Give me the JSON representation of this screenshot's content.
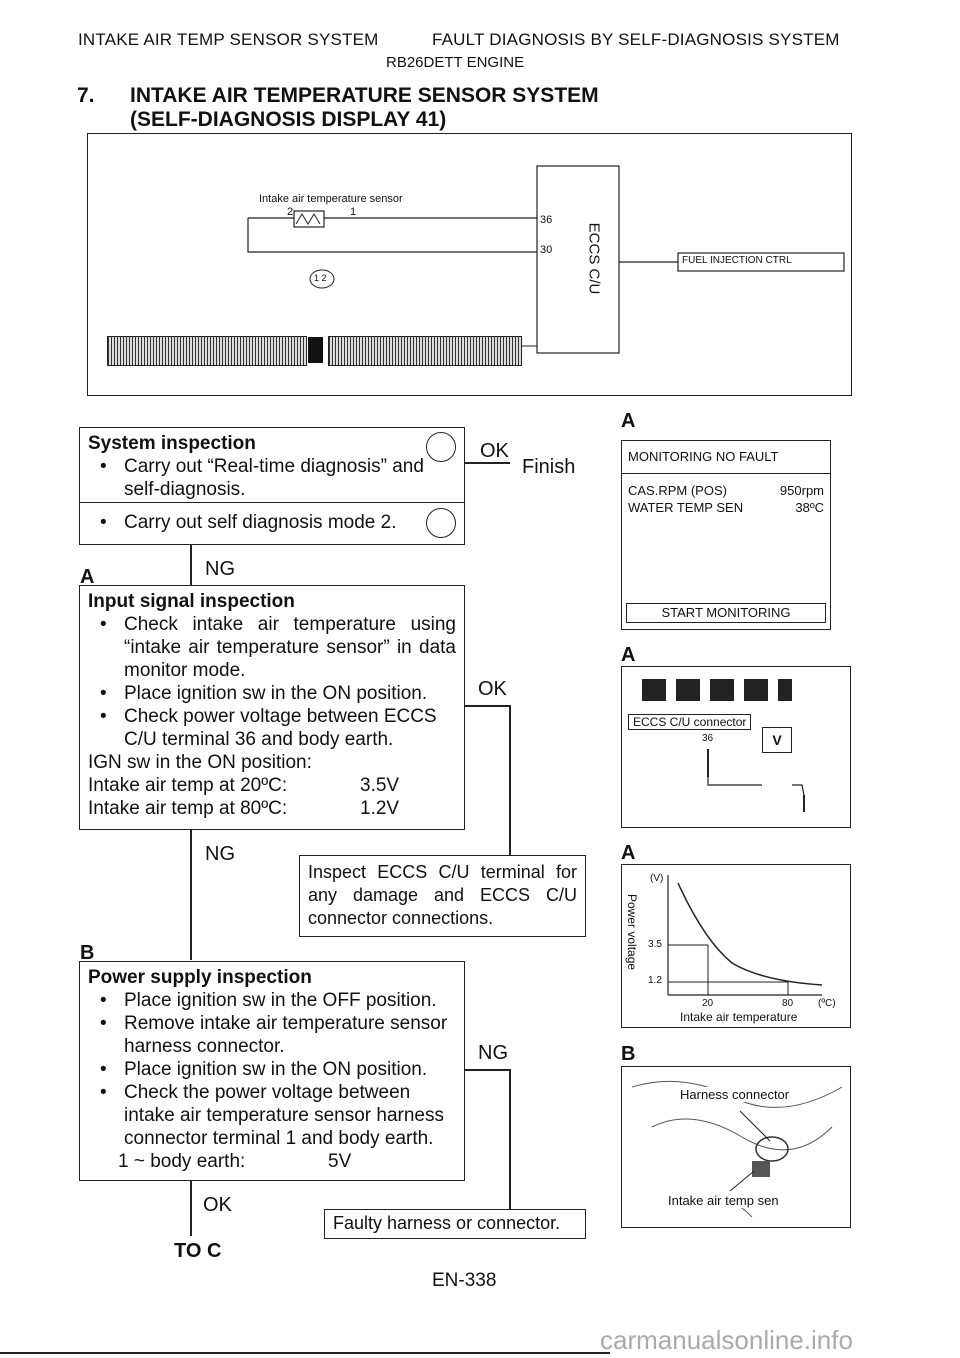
{
  "header": {
    "left": "INTAKE AIR TEMP SENSOR SYSTEM",
    "right": "FAULT DIAGNOSIS BY SELF-DIAGNOSIS SYSTEM",
    "engine": "RB26DETT ENGINE"
  },
  "section": {
    "number": "7.",
    "title_line1": "INTAKE AIR TEMPERATURE SENSOR SYSTEM",
    "title_line2": "(SELF-DIAGNOSIS DISPLAY 41)"
  },
  "wiring": {
    "sensor_label": "Intake air temperature sensor",
    "pin2": "2",
    "pin1": "1",
    "term36": "36",
    "term30": "30",
    "eccs": "ECCS C/U",
    "fuel_ctrl": "FUEL INJECTION CTRL",
    "connector_pins": "1 2"
  },
  "flow": {
    "system": {
      "title": "System inspection",
      "item1": "Carry out “Real-time diagnosis” and self-diagnosis.",
      "item2": "Carry out self diagnosis mode 2."
    },
    "ok1": "OK",
    "finish": "Finish",
    "label_a1": "A",
    "ng1": "NG",
    "input": {
      "title": "Input signal inspection",
      "item1": "Check intake air temperature using “intake air temperature sensor” in data monitor mode.",
      "item2": "Place ignition sw in the ON position.",
      "item3": "Check power voltage between ECCS C/U terminal 36 and body earth.",
      "ign": "IGN sw in the ON position:",
      "row1_label": "Intake air temp at 20ºC:",
      "row1_value": "3.5V",
      "row2_label": "Intake air temp at 80ºC:",
      "row2_value": "1.2V"
    },
    "ok2": "OK",
    "ng2": "NG",
    "inspect_eccs": "Inspect ECCS C/U terminal for any damage and ECCS C/U connector connections.",
    "label_b": "B",
    "power": {
      "title": "Power supply inspection",
      "item1": "Place ignition sw in the OFF position.",
      "item2": "Remove intake air temperature sensor harness connector.",
      "item3": "Place ignition sw in the ON position.",
      "item4": "Check the power voltage between intake air temperature sensor harness connector terminal 1 and body earth.",
      "row_label": "1 ~ body earth:",
      "row_value": "5V"
    },
    "ng3": "NG",
    "ok3": "OK",
    "faulty": "Faulty harness or connector.",
    "to_c": "TO C"
  },
  "monitor": {
    "label": "A",
    "title": "MONITORING NO FAULT",
    "row1_name": "CAS.RPM (POS)",
    "row1_value": "950rpm",
    "row2_name": "WATER TEMP SEN",
    "row2_value": "38ºC",
    "button": "START MONITORING"
  },
  "meter": {
    "label": "A",
    "connector": "ECCS C/U connector",
    "terminal": "36",
    "v": "V"
  },
  "graph": {
    "label": "A",
    "yunit": "(V)",
    "ylabel": "Power voltage",
    "y1": "3.5",
    "y2": "1.2",
    "x1": "20",
    "x2": "80",
    "xunit": "(ºC)",
    "xlabel": "Intake air temperature"
  },
  "photo": {
    "label": "B",
    "text1": "Harness connector",
    "text2": "Intake air temp sen"
  },
  "footer": {
    "page": "EN-338",
    "watermark": "carmanualsonline.info"
  }
}
